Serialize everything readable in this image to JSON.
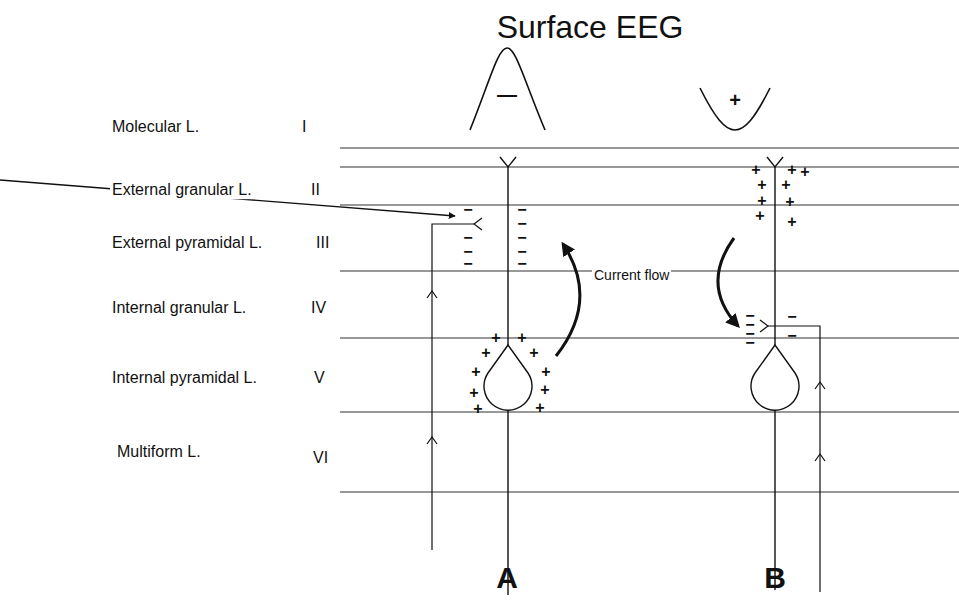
{
  "diagram": {
    "title": "Surface EEG",
    "labels": [
      "Molecular L.",
      "I",
      "External granular L.",
      "II",
      "External pyramidal L.",
      "III",
      "Internal granular L.",
      "IV",
      "Internal pyramidal L.",
      "V",
      "Multiform L.",
      "VI",
      "—",
      "+",
      "Current flow",
      "A",
      "B",
      "−",
      "−",
      "−",
      "−",
      "−",
      "−",
      "−",
      "−",
      "−",
      "+",
      "+",
      "+",
      "+",
      "+",
      "+",
      "+",
      "+",
      "+",
      "+",
      "+",
      "+",
      "+",
      "+",
      "+",
      "+",
      "+",
      "+",
      "+",
      "−",
      "−",
      "−",
      "−",
      "−",
      "−"
    ]
  }
}
